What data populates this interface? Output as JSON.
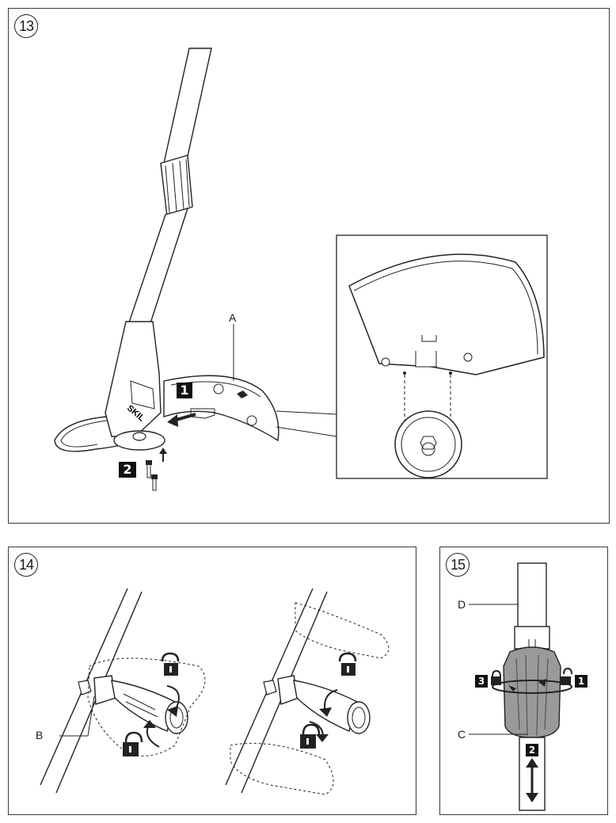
{
  "figures": [
    {
      "number": "13",
      "labels": {
        "part": "A"
      },
      "steps": [
        "1",
        "2"
      ]
    },
    {
      "number": "14",
      "labels": {
        "part": "B"
      }
    },
    {
      "number": "15",
      "labels": {
        "upper": "D",
        "lower": "C"
      },
      "steps": [
        "1",
        "2",
        "3"
      ]
    }
  ],
  "brand": "SKIL",
  "icons": [
    "lock-closed-icon",
    "lock-open-icon",
    "arrow-icon"
  ]
}
